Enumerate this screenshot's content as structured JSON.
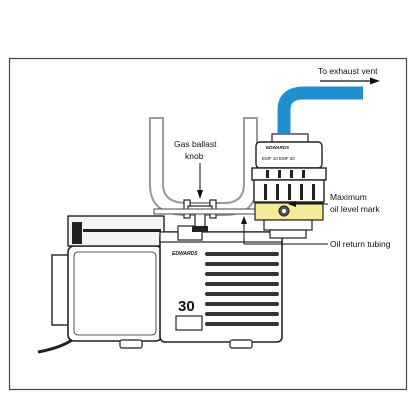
{
  "labels": {
    "exhaust": "To exhaust vent",
    "gas_ballast_line1": "Gas ballast",
    "gas_ballast_line2": "knob",
    "max_oil_line1": "Maximum",
    "max_oil_line2": "oil level mark",
    "oil_return": "Oil return tubing",
    "pump_model": "30",
    "brand_pump": "EDWARDS",
    "brand_filter": "EDWARDS",
    "filter_plate_text": "EMF 10  EMF 20"
  },
  "colors": {
    "exhaust_hose": "#1f8fd0",
    "oil_band": "#f3ea9a",
    "outline": "#222222",
    "pump_body": "#ffffff",
    "fins": "#333333",
    "frame": "#444444"
  },
  "icons": {
    "flow_arrow": "arrow-right-icon",
    "pointer": "leader-line"
  }
}
